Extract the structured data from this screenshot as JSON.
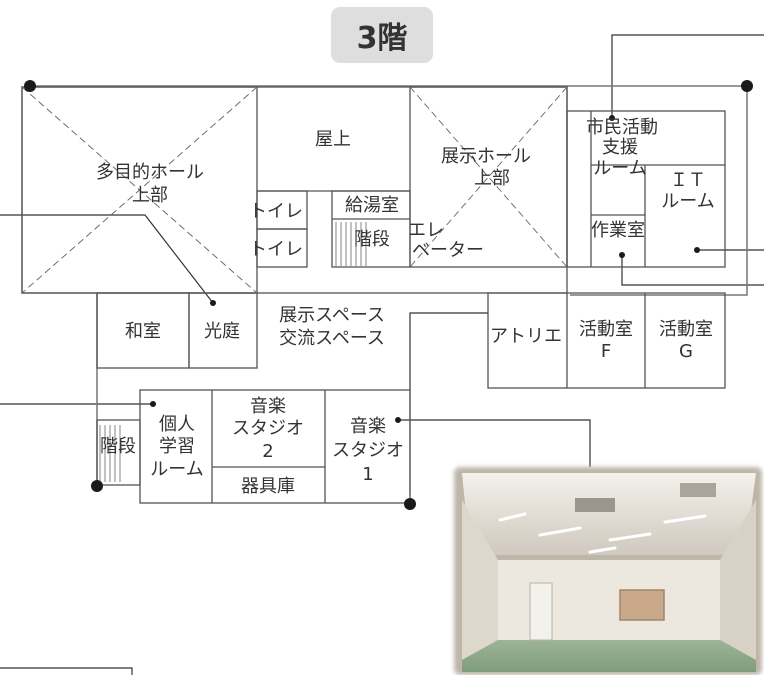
{
  "floor_badge": "3階",
  "rooms": {
    "tamokuteki": [
      "多目的ホール",
      "上部"
    ],
    "okujo": "屋上",
    "tenji_hall": [
      "展示ホール",
      "上部"
    ],
    "shimin": [
      "市民活動",
      "支援",
      "ルーム"
    ],
    "sagyo": "作業室",
    "it": [
      "ＩＴ",
      "ルーム"
    ],
    "toilet1": "トイレ",
    "toilet2": "トイレ",
    "kyuto": "給湯室",
    "kaidan_center": "階段",
    "elevator": [
      "エレ",
      "ベーター"
    ],
    "washitsu": "和室",
    "kotei": "光庭",
    "tenji_space": [
      "展示スペース",
      "交流スペース"
    ],
    "atelier": "アトリエ",
    "katsudo_f": [
      "活動室",
      "F"
    ],
    "katsudo_g": [
      "活動室",
      "G"
    ],
    "kaidan_left": "階段",
    "kojin": [
      "個人",
      "学習",
      "ルーム"
    ],
    "studio2": [
      "音楽",
      "スタジオ",
      "2"
    ],
    "kigu": "器具庫",
    "studio1": [
      "音楽",
      "スタジオ",
      "1"
    ]
  },
  "colors": {
    "wall": "#555555",
    "pointer": "#333333",
    "badge_bg": "#dedede",
    "dot": "#1a1a1a",
    "photo_wall": "#e7e3da",
    "photo_floor": "#8faa8a"
  }
}
